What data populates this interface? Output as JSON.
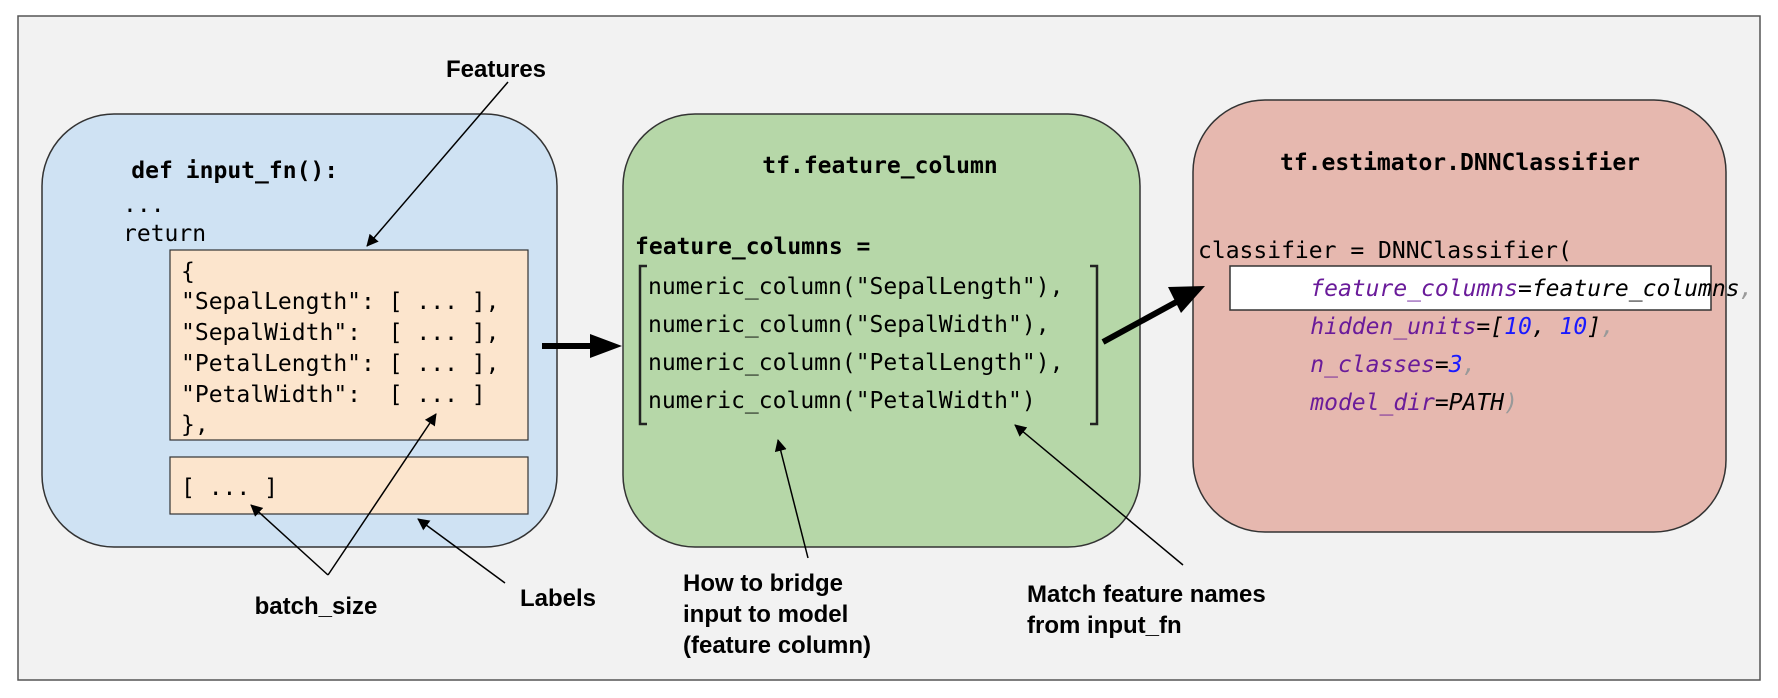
{
  "input_fn": {
    "def_kw": "def",
    "def_name": "input_fn():",
    "ellipsis": "...",
    "return_kw": "return",
    "features_lines": [
      "{",
      "\"SepalLength\": [ ... ],",
      "\"SepalWidth\":  [ ... ],",
      "\"PetalLength\": [ ... ],",
      "\"PetalWidth\":  [ ... ]",
      "},"
    ],
    "labels_line": "[ ... ]"
  },
  "feature_column": {
    "title": "tf.feature_column",
    "assign": "feature_columns =",
    "lines": [
      "numeric_column(\"SepalLength\"),",
      "numeric_column(\"SepalWidth\"),",
      "numeric_column(\"PetalLength\"),",
      "numeric_column(\"PetalWidth\")"
    ]
  },
  "classifier": {
    "title": "tf.estimator.DNNClassifier",
    "assign": "classifier = DNNClassifier(",
    "arg1_name": "feature_columns",
    "arg1_value": "feature_columns",
    "arg2_name": "hidden_units",
    "arg2_v1": "10",
    "arg2_v2": "10",
    "arg3_name": "n_classes",
    "arg3_value": "3",
    "arg4_name": "model_dir",
    "arg4_value": "PATH",
    "eq": "=",
    "comma": ",",
    "lbracket": "[",
    "rbracket": "]",
    "sep": ", ",
    "rparen": ")"
  },
  "annotations": {
    "features": "Features",
    "batch_size": "batch_size",
    "labels": "Labels",
    "bridge": [
      "How to bridge",
      "input to model",
      "(feature column)"
    ],
    "match": [
      "Match feature names",
      "from input_fn"
    ]
  },
  "colors": {
    "panel_bg": "#f2f2f2",
    "blue_box": "#cfe2f3",
    "green_box": "#b6d7a8",
    "red_box": "#e6b8af",
    "peach": "#fce5cd",
    "keyword_purple": "#6a1b9a",
    "number_blue": "#1a1aff"
  }
}
